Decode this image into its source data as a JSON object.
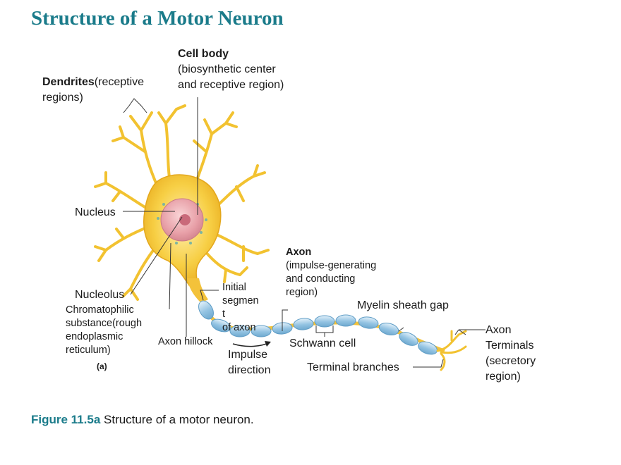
{
  "title": "Structure of a Motor Neuron",
  "labels": {
    "cell_body_title": "Cell body",
    "cell_body_line1": "(biosynthetic center",
    "cell_body_line2": "and receptive region)",
    "dendrites_title": "Dendrites",
    "dendrites_line1": "(receptive",
    "dendrites_line2": "regions)",
    "nucleus": "Nucleus",
    "nucleolus": "Nucleolus",
    "chromatophilic_1": "Chromatophilic",
    "chromatophilic_2": "substance(rough",
    "chromatophilic_3": "endoplasmic",
    "chromatophilic_4": "reticulum)",
    "axon_hillock": "Axon hillock",
    "initial_1": "Initial",
    "initial_2": "segmen",
    "initial_3": "t",
    "initial_4": "of axon",
    "impulse_1": "Impulse",
    "impulse_2": "direction",
    "axon_title": "Axon",
    "axon_line1": "(impulse-generating",
    "axon_line2": "and conducting",
    "axon_line3": "region)",
    "myelin_gap": "Myelin sheath gap",
    "schwann": "Schwann cell",
    "terminal_branches": "Terminal branches",
    "axon_terminals_1": "Axon",
    "axon_terminals_2": "Terminals",
    "axon_terminals_3": "(secretory",
    "axon_terminals_4": "region)",
    "panel_ref": "(a)"
  },
  "caption": {
    "figure": "Figure 11.5a",
    "text": " Structure of a motor neuron."
  },
  "colors": {
    "title": "#1a7b8a",
    "neuron_fill": "#f5c533",
    "neuron_light": "#fde79a",
    "nucleus": "#e9a0a8",
    "myelin": "#8dbfdf",
    "myelin_light": "#cfe6f4",
    "leader_line": "#333333"
  }
}
